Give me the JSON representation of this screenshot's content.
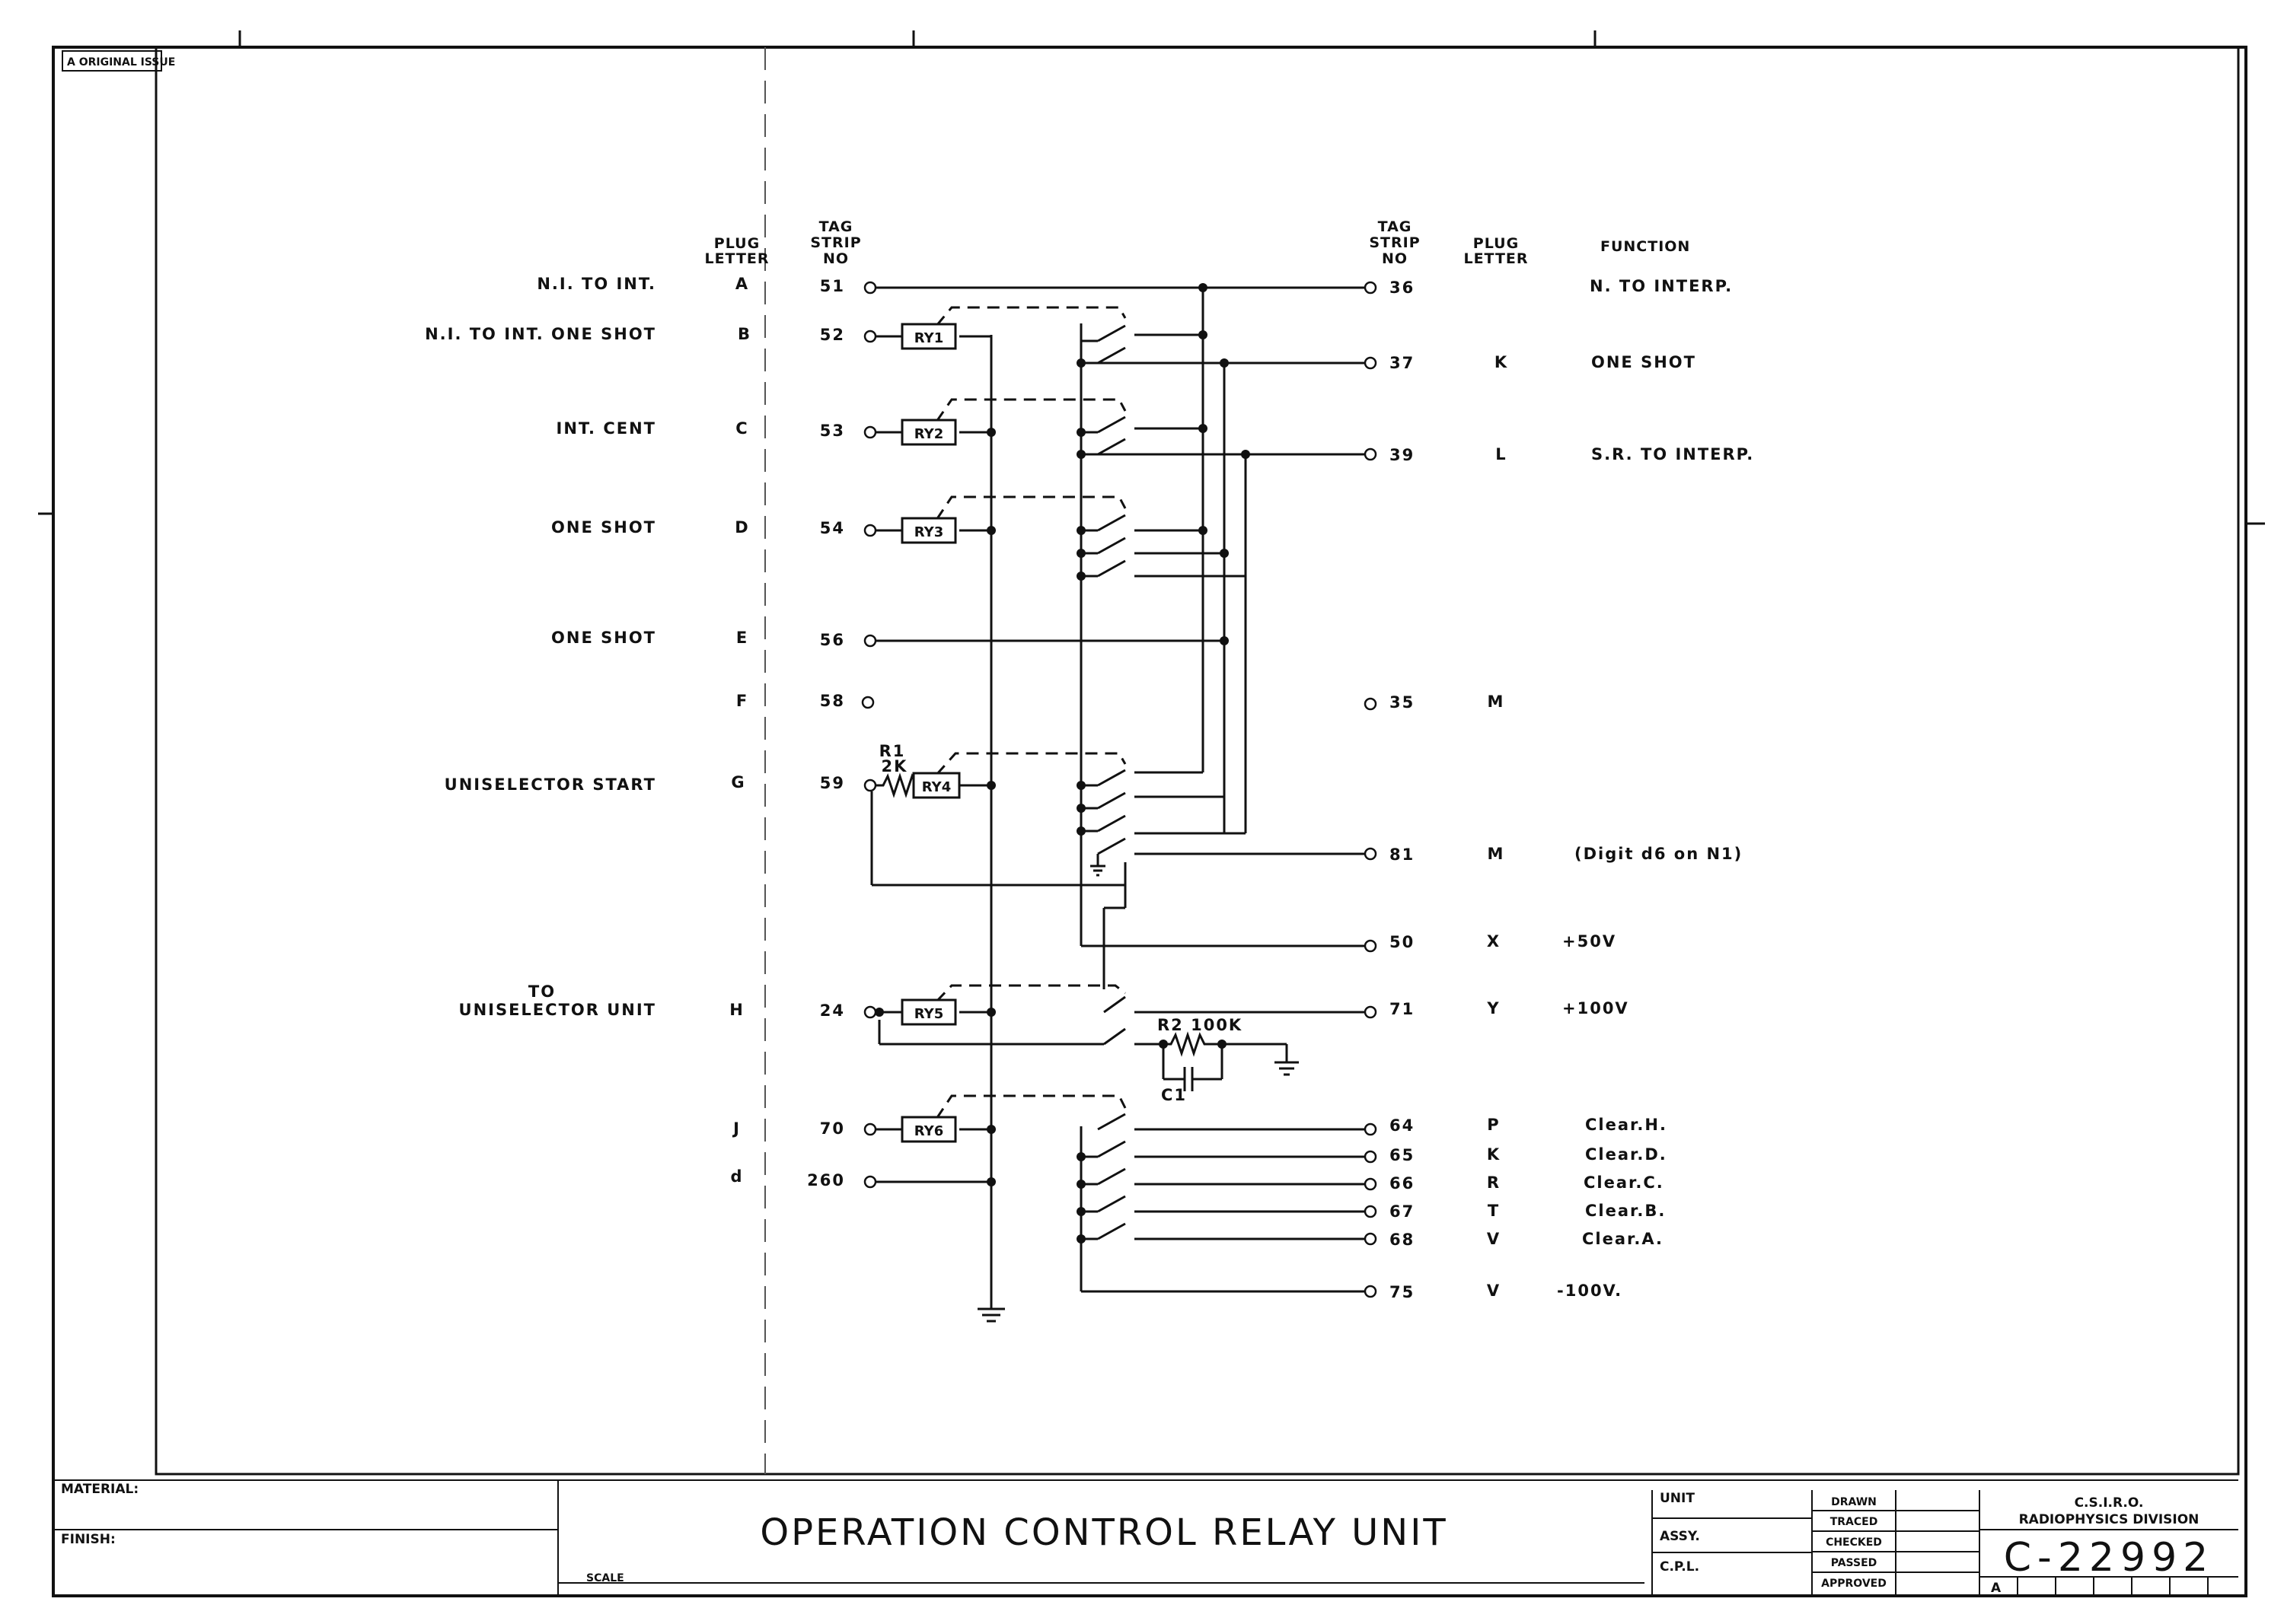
{
  "revision_box": "A ORIGINAL ISSUE",
  "headers": {
    "left_plug_letter": [
      "PLUG",
      "LETTER"
    ],
    "left_tag_strip": [
      "TAG",
      "STRIP",
      "NO"
    ],
    "right_tag_strip": [
      "TAG",
      "STRIP",
      "NO"
    ],
    "right_plug_letter": [
      "PLUG",
      "LETTER"
    ],
    "function": "FUNCTION"
  },
  "left_rows": [
    {
      "name": "N.I. TO INT.",
      "plug": "A",
      "tag": "51"
    },
    {
      "name": "N.I. TO INT. ONE SHOT",
      "plug": "B",
      "tag": "52"
    },
    {
      "name": "INT. CENT",
      "plug": "C",
      "tag": "53"
    },
    {
      "name": "ONE SHOT",
      "plug": "D",
      "tag": "54"
    },
    {
      "name": "ONE SHOT",
      "plug": "E",
      "tag": "56"
    },
    {
      "name": "",
      "plug": "F",
      "tag": "58"
    },
    {
      "name": "UNISELECTOR START",
      "plug": "G",
      "tag": "59"
    },
    {
      "name": "TO UNISELECTOR UNIT",
      "name_line1": "TO",
      "name_line2": "UNISELECTOR UNIT",
      "plug": "H",
      "tag": "24"
    },
    {
      "name": "",
      "plug": "J",
      "tag": "70"
    },
    {
      "name": "",
      "plug": "d",
      "tag": "260"
    }
  ],
  "right_rows": [
    {
      "tag": "36",
      "plug": "",
      "function": "N. TO INTERP."
    },
    {
      "tag": "37",
      "plug": "K",
      "function": "ONE SHOT"
    },
    {
      "tag": "39",
      "plug": "L",
      "function": "S.R. TO INTERP."
    },
    {
      "tag": "35",
      "plug": "M",
      "function": ""
    },
    {
      "tag": "81",
      "plug": "M",
      "function": "(Digit d6 on N1)"
    },
    {
      "tag": "50",
      "plug": "X",
      "function": "+50V"
    },
    {
      "tag": "71",
      "plug": "Y",
      "function": "+100V"
    },
    {
      "tag": "64",
      "plug": "P",
      "function": "Clear.H."
    },
    {
      "tag": "65",
      "plug": "K",
      "function": "Clear.D."
    },
    {
      "tag": "66",
      "plug": "R",
      "function": "Clear.C."
    },
    {
      "tag": "67",
      "plug": "T",
      "function": "Clear.B."
    },
    {
      "tag": "68",
      "plug": "V",
      "function": "Clear.A."
    },
    {
      "tag": "75",
      "plug": "V",
      "function": "-100V."
    }
  ],
  "relays": [
    "RY1",
    "RY2",
    "RY3",
    "RY4",
    "RY5",
    "RY6"
  ],
  "components": {
    "r1_name": "R1",
    "r1_value": "2K",
    "r2_label": "R2 100K",
    "c1_label": "C1"
  },
  "title_block": {
    "material_label": "MATERIAL:",
    "finish_label": "FINISH:",
    "scale_label": "SCALE",
    "title": "OPERATION CONTROL RELAY UNIT",
    "unit_label": "UNIT",
    "assy_label": "ASSY.",
    "cpl_label": "C.P.L.",
    "drawn": "DRAWN",
    "traced": "TRACED",
    "checked": "CHECKED",
    "passed": "PASSED",
    "approved": "APPROVED",
    "org_line1": "C.S.I.R.O.",
    "org_line2": "RADIOPHYSICS DIVISION",
    "drawing_number": "C-22992",
    "issue_letter": "A"
  }
}
